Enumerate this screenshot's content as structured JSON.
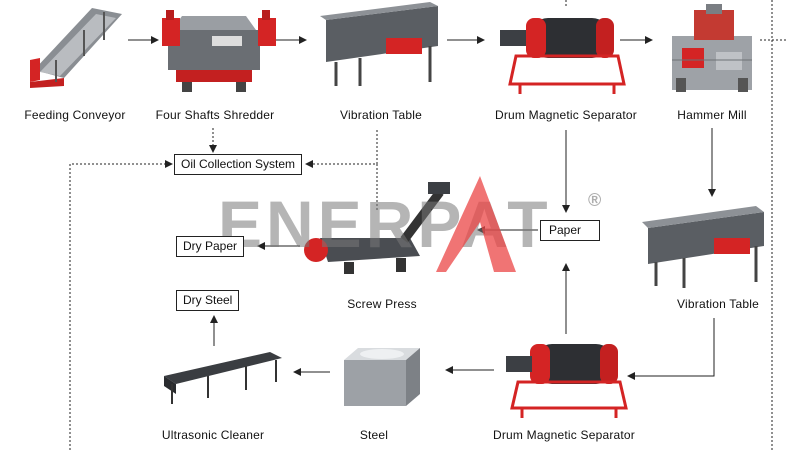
{
  "machines": {
    "feeding_conveyor": "Feeding Conveyor",
    "four_shafts_shredder": "Four Shafts Shredder",
    "vibration_table_1": "Vibration Table",
    "drum_magnetic_separator_1": "Drum Magnetic Separator",
    "hammer_mill": "Hammer Mill",
    "vibration_table_2": "Vibration Table",
    "drum_magnetic_separator_2": "Drum Magnetic Separator",
    "steel": "Steel",
    "ultrasonic_cleaner": "Ultrasonic Cleaner",
    "screw_press": "Screw Press"
  },
  "boxes": {
    "oil_collection": "Oil Collection System",
    "dry_paper": "Dry Paper",
    "dry_steel": "Dry Steel",
    "paper": "Paper"
  },
  "watermark": {
    "text": "ENERPAT",
    "registered": "®"
  },
  "colors": {
    "accent_red": "#d42424",
    "machine_gray": "#5a5e63",
    "line": "#222222"
  }
}
